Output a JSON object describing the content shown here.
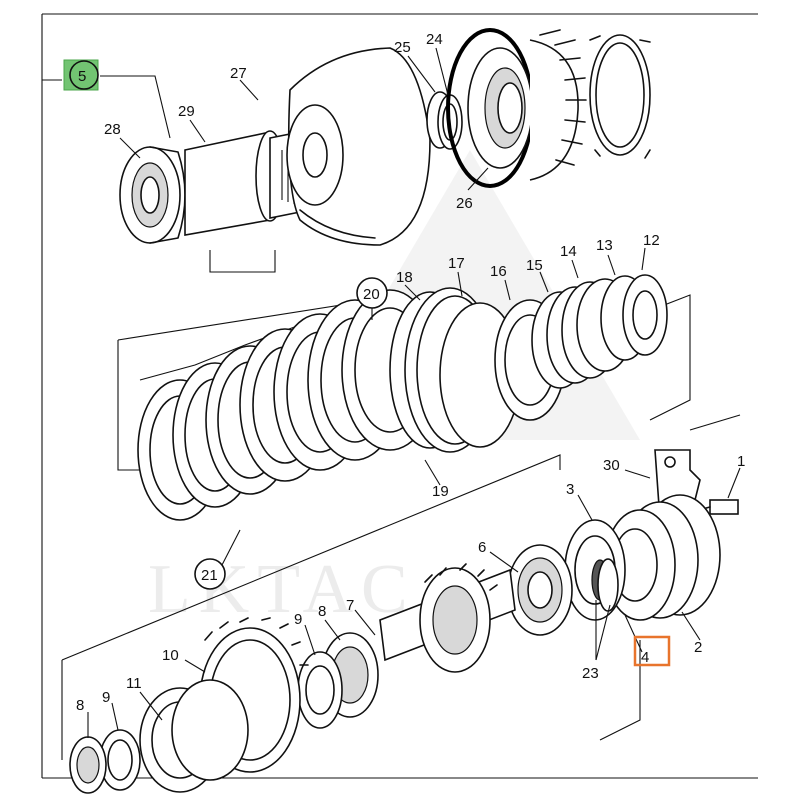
{
  "watermark": "LKTAC",
  "labels": {
    "p1": "1",
    "p2": "2",
    "p3": "3",
    "p4": "4",
    "p5": "5",
    "p6": "6",
    "p7": "7",
    "p8a": "8",
    "p8b": "8",
    "p9a": "9",
    "p9b": "9",
    "p10": "10",
    "p11": "11",
    "p12": "12",
    "p13": "13",
    "p14": "14",
    "p15": "15",
    "p16": "16",
    "p17": "17",
    "p18": "18",
    "p19": "19",
    "p20": "20",
    "p21": "21",
    "p23": "23",
    "p24": "24",
    "p25": "25",
    "p26": "26",
    "p27": "27",
    "p28": "28",
    "p29": "29",
    "p30": "30"
  },
  "highlights": {
    "green_label": "5",
    "orange_label": "4",
    "green_color": "#72c472",
    "orange_color": "#e8742c"
  }
}
